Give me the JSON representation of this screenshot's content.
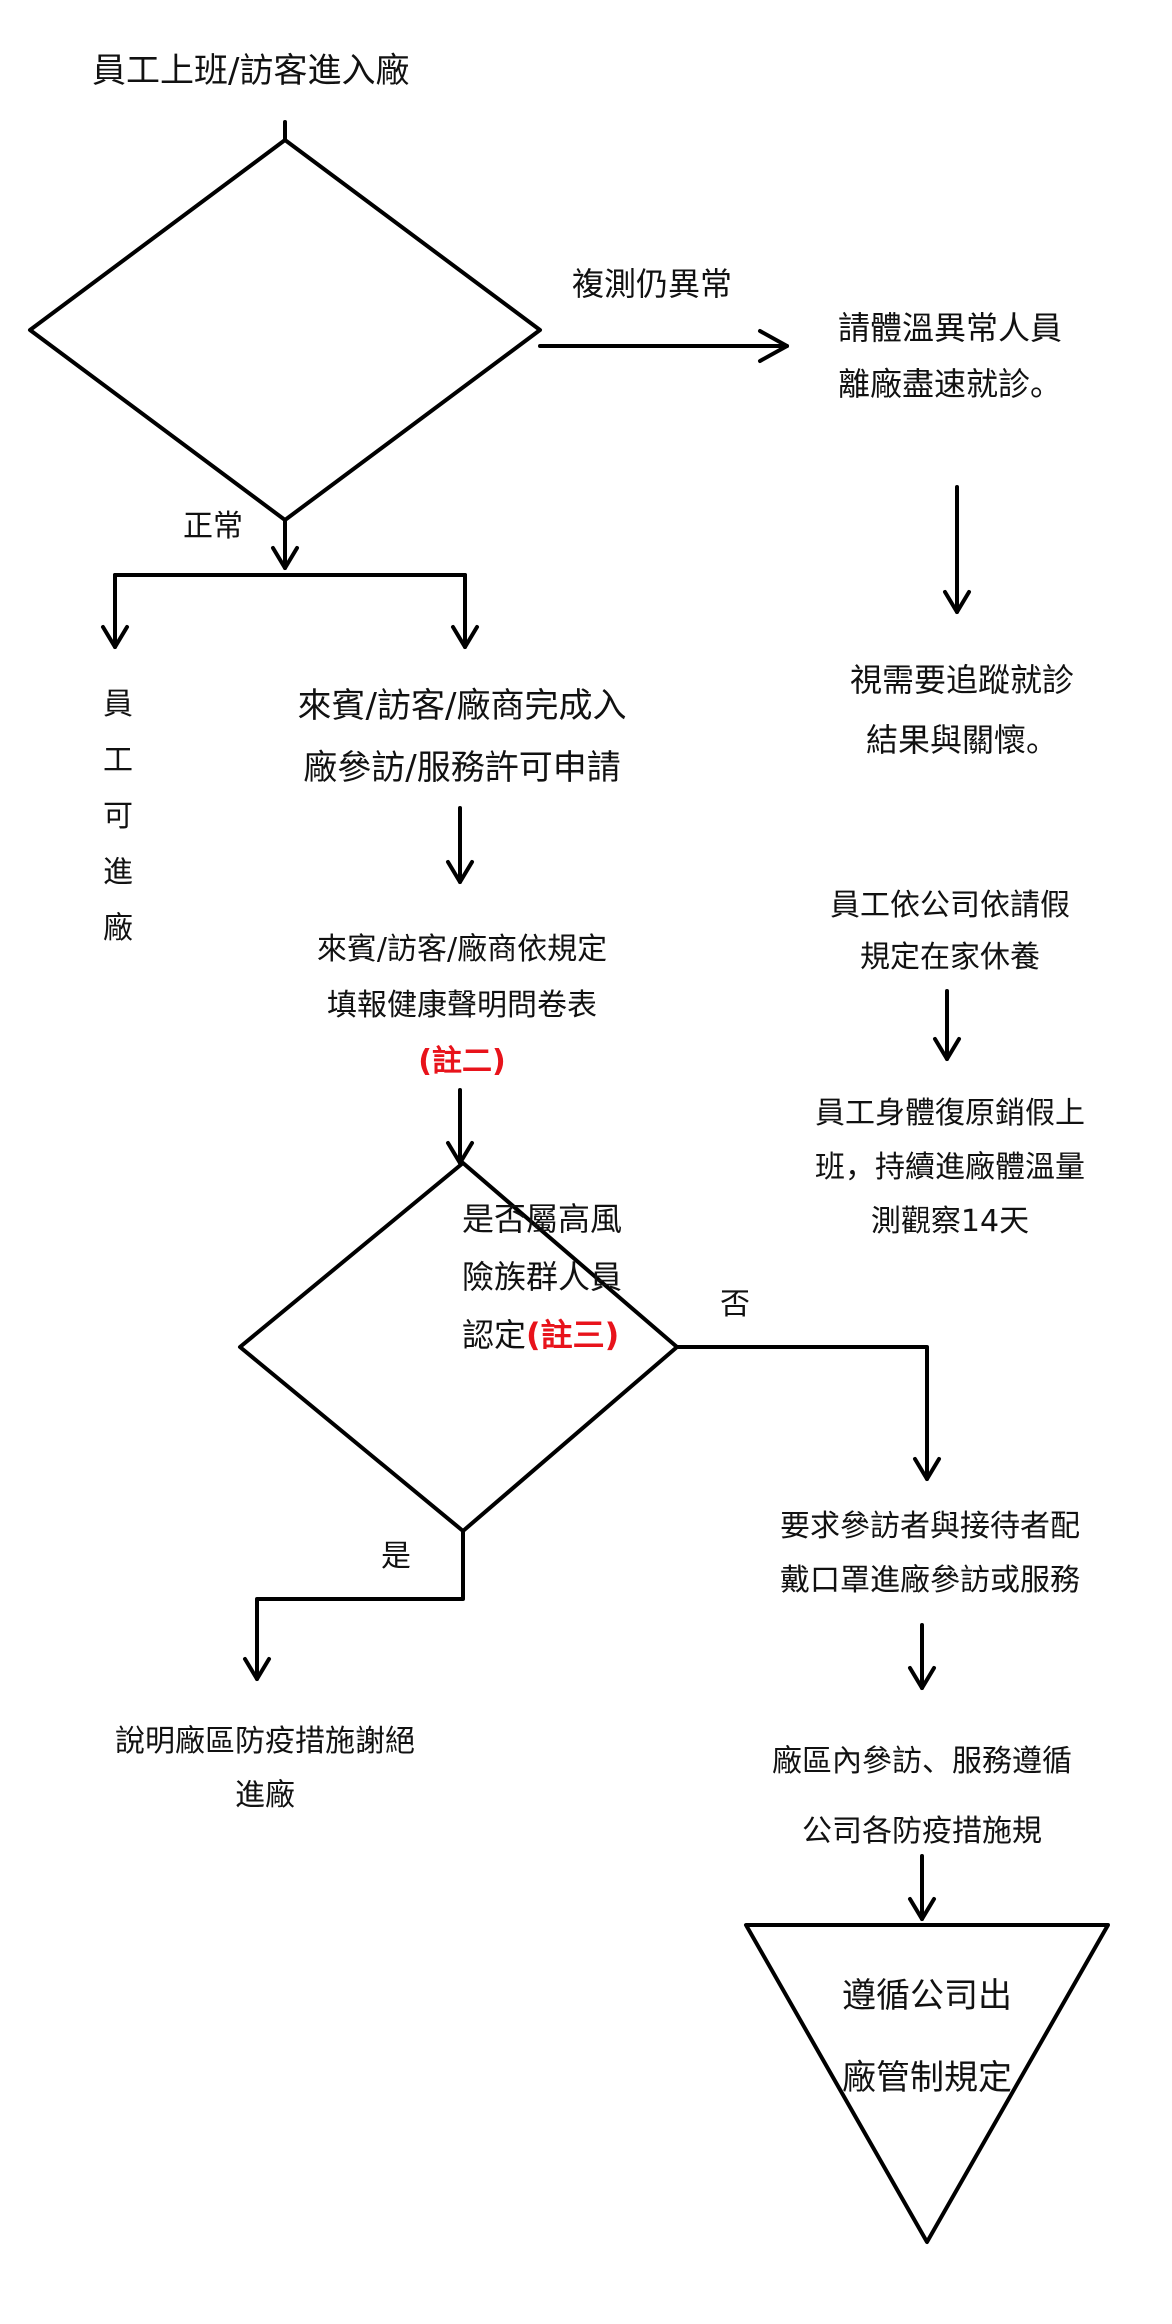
{
  "start": "員工上班/訪客進入廠",
  "recheck_abnormal": "複測仍異常",
  "abnormal": {
    "line1": "請體溫異常人員",
    "line2": "離廠盡速就診。"
  },
  "track": {
    "line1": "視需要追蹤就診",
    "line2": "結果與關懷。"
  },
  "normal": "正常",
  "employee_enter": [
    "員",
    "工",
    "可",
    "進",
    "廠"
  ],
  "visitor_apply": {
    "line1": "來賓/訪客/廠商完成入",
    "line2": "廠參訪/服務許可申請"
  },
  "questionnaire": {
    "line1": "來賓/訪客/廠商依規定",
    "line2": "填報健康聲明問卷表",
    "note": "(註二)"
  },
  "high_risk": {
    "line1": "是否屬高風",
    "line2": "險族群人員",
    "line3": "認定",
    "note": "(註三)"
  },
  "no": "否",
  "yes": "是",
  "leave": {
    "line1": "員工依公司依請假",
    "line2": "規定在家休養"
  },
  "return": {
    "line1": "員工身體復原銷假上",
    "line2": "班，持續進廠體溫量",
    "line3": "測觀察14天"
  },
  "mask": {
    "line1": "要求參訪者與接待者配",
    "line2": "戴口罩進廠參訪或服務"
  },
  "refuse": {
    "line1": "說明廠區防疫措施謝絕",
    "line2": "進廠"
  },
  "follow_measures": {
    "line1": "廠區內參訪、服務遵循",
    "line2": "公司各防疫措施規"
  },
  "end": {
    "line1": "遵循公司出",
    "line2": "廠管制規定"
  }
}
